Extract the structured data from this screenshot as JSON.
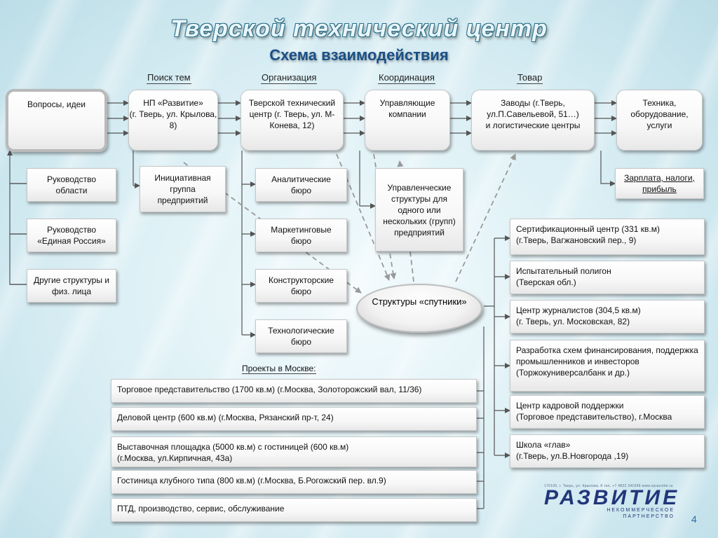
{
  "title": "Тверской  технический центр",
  "subtitle": "Схема  взаимодействия",
  "columns": [
    "Поиск тем",
    "Организация",
    "Координация",
    "Товар"
  ],
  "top_row": [
    "Вопросы, идеи",
    "НП «Развитие»\n(г. Тверь, ул. Крылова, 8)",
    "Тверской технический центр (г. Тверь, ул. М-Конева, 12)",
    "Управляющие компании",
    "Заводы (г.Тверь, ул.П.Савельевой, 51…)\nи логистические центры",
    "Техника, оборудование, услуги"
  ],
  "left_column": [
    "Руководство области",
    "Руководство «Единая Россия»",
    "Другие структуры и физ. лица"
  ],
  "initiative_group": "Инициативная группа предприятий",
  "bureaus": [
    "Аналитические бюро",
    "Маркетинговые бюро",
    "Конструкторские бюро",
    "Технологические бюро"
  ],
  "management_structures": "Управленческие структуры  для одного или нескольких (групп) предприятий",
  "salary_box": "Зарплата, налоги, прибыль",
  "satellites": "Структуры «спутники»",
  "right_column": [
    "Сертификационный центр (331 кв.м)\n(г.Тверь, Вагжановский пер., 9)",
    "Испытательный полигон\n(Тверская обл.)",
    "Центр журналистов  (304,5 кв.м)\n(г. Тверь, ул. Московская, 82)",
    "Разработка схем финансирования, поддержка промышленников и инвесторов\n(Торжокуниверсалбанк и др.)",
    "Центр кадровой поддержки\n(Торговое представительство), г.Москва",
    "Школа «глав»\n(г.Тверь, ул.В.Новгорода ,19)"
  ],
  "projects_label": "Проекты в Москве:",
  "projects": [
    "Торговое представительство (1700 кв.м) (г.Москва, Золоторожский вал, 11/36)",
    "Деловой центр (600 кв.м)  (г.Москва, Рязанский пр-т, 24)",
    "Выставочная площадка (5000 кв.м) с гостиницей (600 кв.м)\n(г.Москва,  ул.Кирпичная, 43а)",
    "Гостиница клубного типа (800 кв.м) (г.Москва, Б.Рогожский пер. вл.9)",
    "ПТД, производство, сервис, обслуживание"
  ],
  "logo": {
    "address": "170100, г. Тверь, ул. Крылова, 8  тел. +7 4822 341049  www.nprazvitie.ru",
    "name": "РАЗВИТИЕ",
    "sub1": "НЕКОММЕРЧЕСКОЕ",
    "sub2": "ПАРТНЕРСТВО"
  },
  "page_number": "4",
  "colors": {
    "title_outline": "#2b6f88",
    "subtitle": "#1a4f86",
    "logo": "#22367a",
    "page_number": "#2f6fa8"
  }
}
